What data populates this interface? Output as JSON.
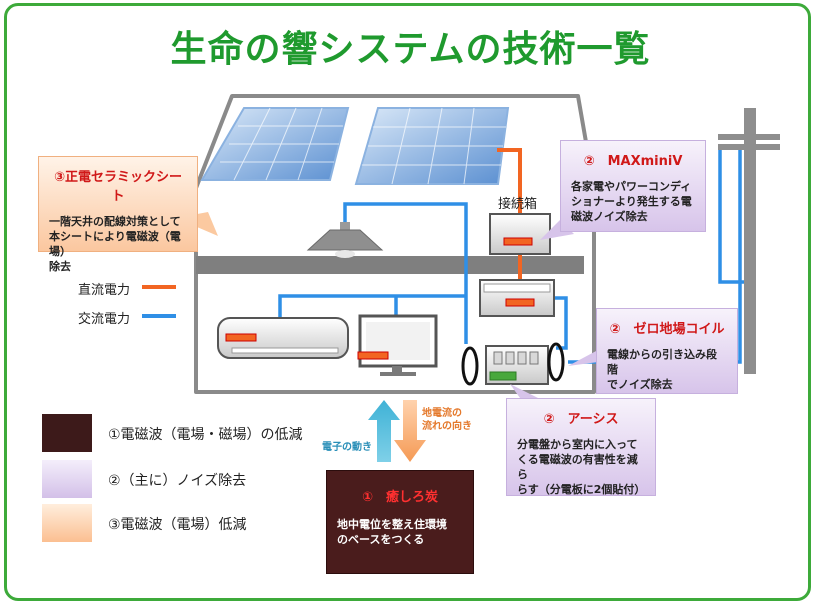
{
  "title": "生命の響システムの技術一覧",
  "labels": {
    "junction_box": "接続箱",
    "dc_power": "直流電力",
    "ac_power": "交流電力",
    "electron_flow": "電子の動き",
    "earth_current_line1": "地電流の",
    "earth_current_line2": "流れの向き"
  },
  "callouts": {
    "ceramic_sheet": {
      "title": "③正電セラミックシート",
      "body": [
        "一階天井の配線対策として",
        "本シートにより電磁波（電場）",
        "除去"
      ]
    },
    "maxminiv": {
      "title": "②　MAXminiV",
      "body": [
        "各家電やパワーコンディ",
        "ショナーより発生する電",
        "磁波ノイズ除去"
      ]
    },
    "zero_coil": {
      "title": "②　ゼロ地場コイル",
      "body": [
        "電線からの引き込み段階",
        "でノイズ除去"
      ]
    },
    "earthing": {
      "title": "②　アーシス",
      "body": [
        "分電盤から室内に入って",
        "くる電磁波の有害性を減ら",
        "らす（分電板に2個貼付）"
      ]
    },
    "charcoal": {
      "title": "①　癒しろ炭",
      "body": [
        "地中電位を整え住環境",
        "のベースをつくる"
      ]
    }
  },
  "legend": [
    {
      "label": "①電磁波（電場・磁場）の低減",
      "color": "#3d1a1a"
    },
    {
      "label": "②（主に）ノイズ除去",
      "color": "#d9c9ec"
    },
    {
      "label": "③電磁波（電場）低減",
      "color": "#fbc9a0"
    }
  ],
  "colors": {
    "title": "#1f9a2e",
    "frame": "#3daa3a",
    "dc_line": "#f26522",
    "ac_line": "#2f8fe6",
    "callout_title": "#d01818"
  }
}
